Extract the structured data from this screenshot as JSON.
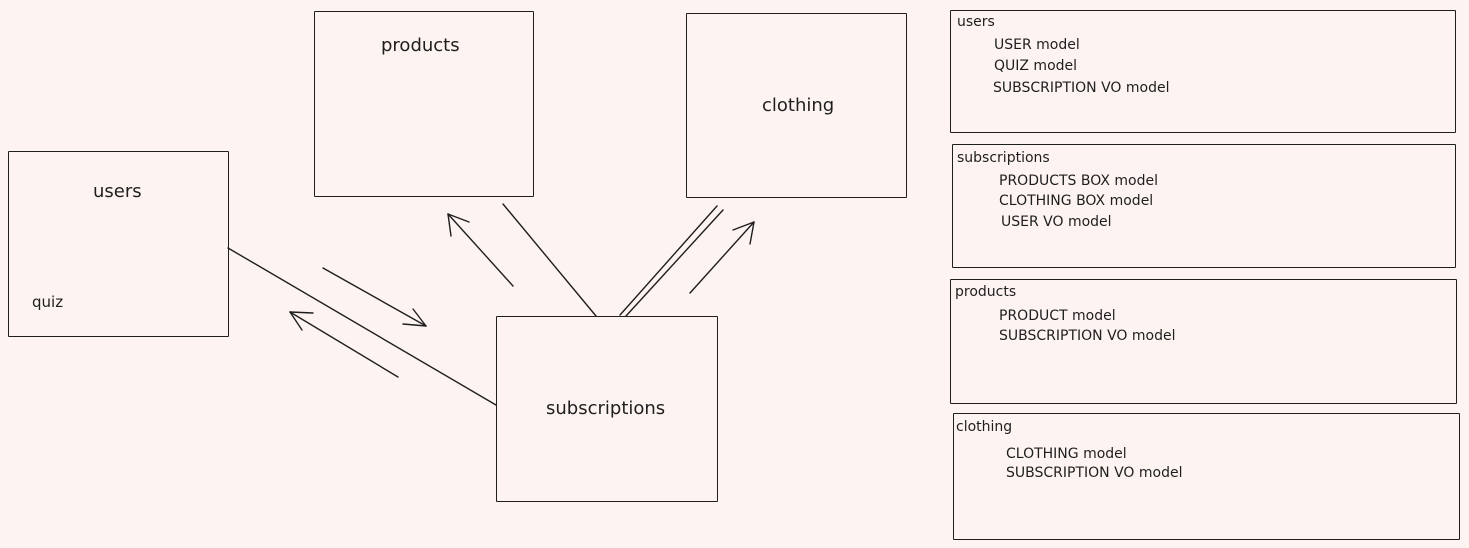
{
  "diagram": {
    "nodes": {
      "products": "products",
      "clothing": "clothing",
      "users": "users",
      "quiz": "quiz",
      "subscriptions": "subscriptions"
    },
    "legend": [
      {
        "title": "users",
        "items": [
          "USER model",
          "QUIZ model",
          "SUBSCRIPTION VO model"
        ]
      },
      {
        "title": "subscriptions",
        "items": [
          "PRODUCTS BOX model",
          "CLOTHING BOX model",
          "USER VO model"
        ]
      },
      {
        "title": "products",
        "items": [
          "PRODUCT model",
          "SUBSCRIPTION VO model"
        ]
      },
      {
        "title": "clothing",
        "items": [
          "CLOTHING model",
          "SUBSCRIPTION VO model"
        ]
      }
    ]
  },
  "colors": {
    "background": "#fdf4f2",
    "stroke": "#1e1e1e"
  }
}
